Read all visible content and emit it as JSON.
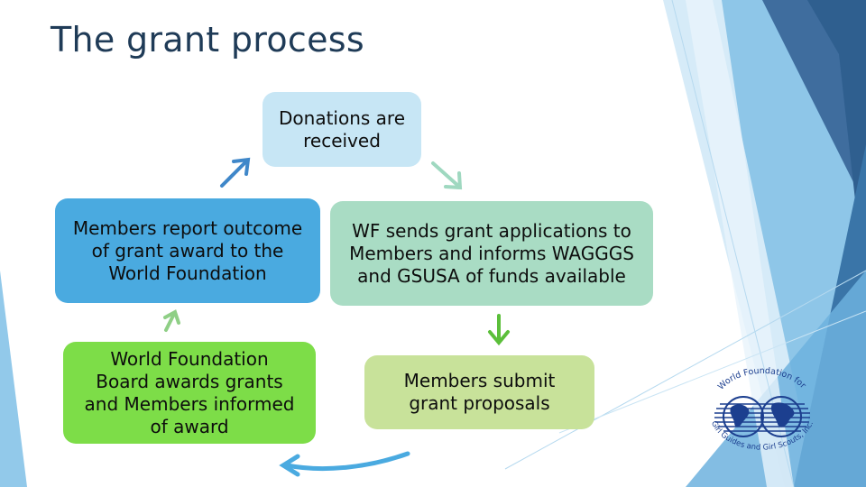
{
  "slide": {
    "title": "The grant process"
  },
  "steps": [
    {
      "text": "Donations are\nreceived",
      "color": "#c7e6f5"
    },
    {
      "text": "WF sends grant applications to\nMembers and informs WAGGGS\nand GSUSA of funds available",
      "color": "#a9dcc4"
    },
    {
      "text": "Members submit\ngrant proposals",
      "color": "#c8e29a"
    },
    {
      "text": "World Foundation\nBoard awards grants\nand Members informed\nof award",
      "color": "#7ddd48"
    },
    {
      "text": "Members report outcome\nof grant award to the\nWorld Foundation",
      "color": "#4aaae0"
    }
  ],
  "logo": {
    "top_text": "World Foundation for",
    "bottom_text": "Girl Guides and Girl Scouts, Inc.",
    "icon": "globe-icon"
  },
  "colors": {
    "title": "#1f3b57",
    "arrow_teal": "#9fd8c0",
    "arrow_green": "#5bbf3a",
    "arrow_blue": "#3f87c9",
    "arrow_lightgreen": "#8fcf86",
    "logo_blue": "#1c3f8f"
  }
}
